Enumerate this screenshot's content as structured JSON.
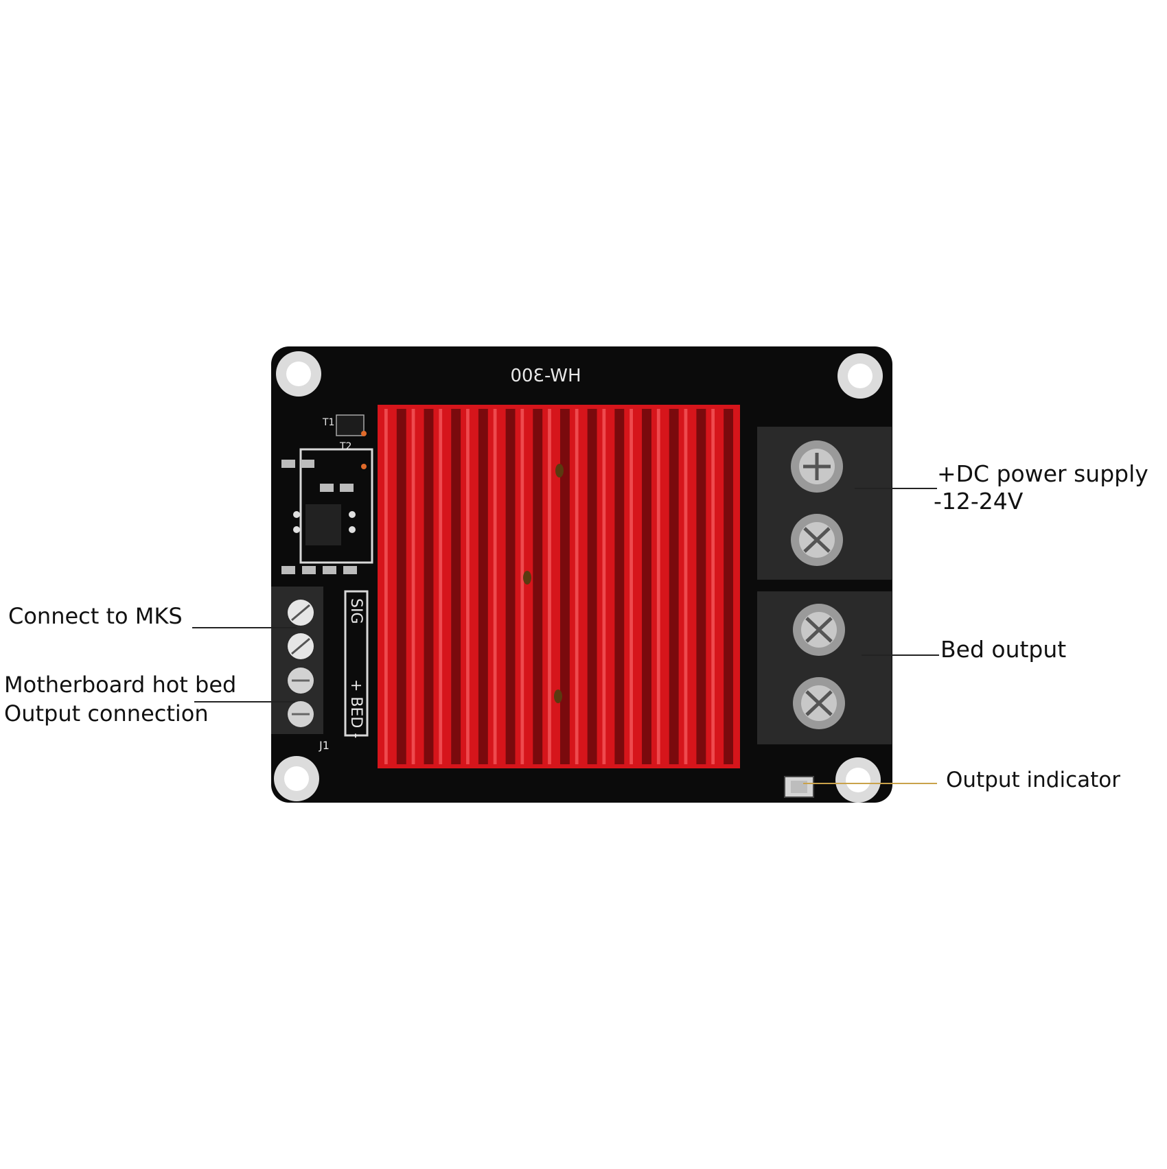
{
  "board": {
    "model_label": "HW-300",
    "silkscreen_signal": "SIG",
    "silkscreen_bed": "+ BED -",
    "silkscreen_connector": "J1",
    "silkscreen_t1": "T1",
    "silkscreen_t2": "T2"
  },
  "labels": {
    "connect_mks": "Connect to MKS",
    "motherboard_line1": "Motherboard hot bed",
    "motherboard_line2": "Output connection",
    "dc_power_line1": "+DC power supply",
    "dc_power_line2": "-12-24V",
    "bed_output": "Bed output",
    "output_indicator": "Output indicator"
  },
  "colors": {
    "background": "#ffffff",
    "pcb": "#0b0b0b",
    "heatsink": "#d6151b",
    "heatsink_dark": "#7a0a0d",
    "terminal_block": "#2a2a2a",
    "leader_line": "#222222",
    "indicator_line": "#c9a24a",
    "text": "#111111"
  }
}
